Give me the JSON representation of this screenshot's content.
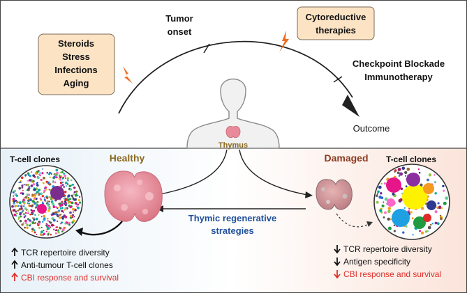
{
  "top": {
    "risk_box": [
      "Steroids",
      "Stress",
      "Infections",
      "Aging"
    ],
    "tumor_onset": [
      "Tumor",
      "onset"
    ],
    "cytoreductive": [
      "Cytoreductive",
      "therapies"
    ],
    "checkpoint": [
      "Checkpoint Blockade",
      "Immunotherapy"
    ],
    "outcome": "Outcome",
    "thymus": "Thymus"
  },
  "bottom": {
    "left_clones_title": "T-cell clones",
    "healthy": "Healthy",
    "damaged": "Damaged",
    "right_clones_title": "T-cell clones",
    "strategies": [
      "Thymic regenerative",
      "strategies"
    ],
    "healthy_effects": [
      {
        "arrow": "up",
        "text": "TCR repertoire diversity"
      },
      {
        "arrow": "up",
        "text": "Anti-tumour T-cell clones"
      },
      {
        "arrow": "up",
        "text": "CBI response and survival"
      }
    ],
    "damaged_effects": [
      {
        "arrow": "down",
        "text": "TCR repertoire diversity"
      },
      {
        "arrow": "down",
        "text": "Antigen specificity"
      },
      {
        "arrow": "down",
        "text": "CBI response and survival"
      }
    ]
  },
  "colors": {
    "box_fill": "#fbe3c4",
    "healthy_label": "#8a6a1f",
    "damaged_label": "#8b3a1e",
    "strategy_text": "#1f4f9a",
    "alert_red": "#e0302a",
    "bolt": "#f26b1d",
    "thymus_pink": "#e88a9a"
  }
}
